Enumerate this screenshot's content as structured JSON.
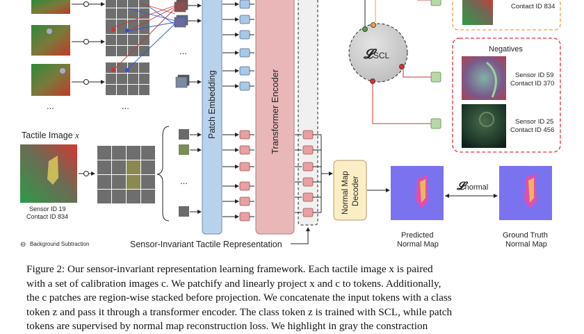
{
  "figure": {
    "tactile_label": "Tactile Image",
    "tactile_var": "x",
    "sensor_id": "Sensor ID 19",
    "contact_id": "Contact ID 834",
    "bg_sub": "Background Subtraction",
    "bg_sub_symbol": "⊖",
    "ellipsis": "...",
    "patch_embedding": "Patch Embedding",
    "transformer_encoder": "Transformer Encoder",
    "scl_symbol": "𝓛",
    "scl_sub": "SCL",
    "normal_symbol": "𝓛",
    "normal_sub": "normal",
    "negatives_title": "Negatives",
    "positive_contact": "Contact ID 834",
    "neg1_sensor": "Sensor ID 59",
    "neg1_contact": "Contact ID 370",
    "neg2_sensor": "Sensor ID 25",
    "neg2_contact": "Contact ID 456",
    "decoder_line1": "Normal Map",
    "decoder_line2": "Decoder",
    "predicted_line1": "Predicted",
    "predicted_line2": "Normal Map",
    "gt_line1": "Ground Truth",
    "gt_line2": "Normal Map",
    "representation_label": "Sensor-Invariant Tactile Representation",
    "colors": {
      "blue_token": "#a9c8e8",
      "red_token": "#e8a0a2",
      "patch_embed": "#b9d2ec",
      "encoder": "#e9b7b8",
      "decoder": "#fbeec4",
      "negatives_border": "#e0303a",
      "positive_border": "#f0a040",
      "scl_circle": "#c8c8c8",
      "normal_map": "#7b72f0"
    }
  },
  "caption": {
    "line1": "Figure 2: Our sensor-invariant representation learning framework. Each tactile image x is paired",
    "line2": "with a set of calibration images c. We patchify and linearly project x and c to tokens. Additionally,",
    "line3": "the c patches are region-wise stacked before projection. We concatenate the input tokens with a class",
    "line4": "token z and pass it through a transformer encoder. The class token z is trained with SCL, while patch",
    "line5": "tokens are supervised by normal map reconstruction loss. We highlight in gray the constraction"
  }
}
